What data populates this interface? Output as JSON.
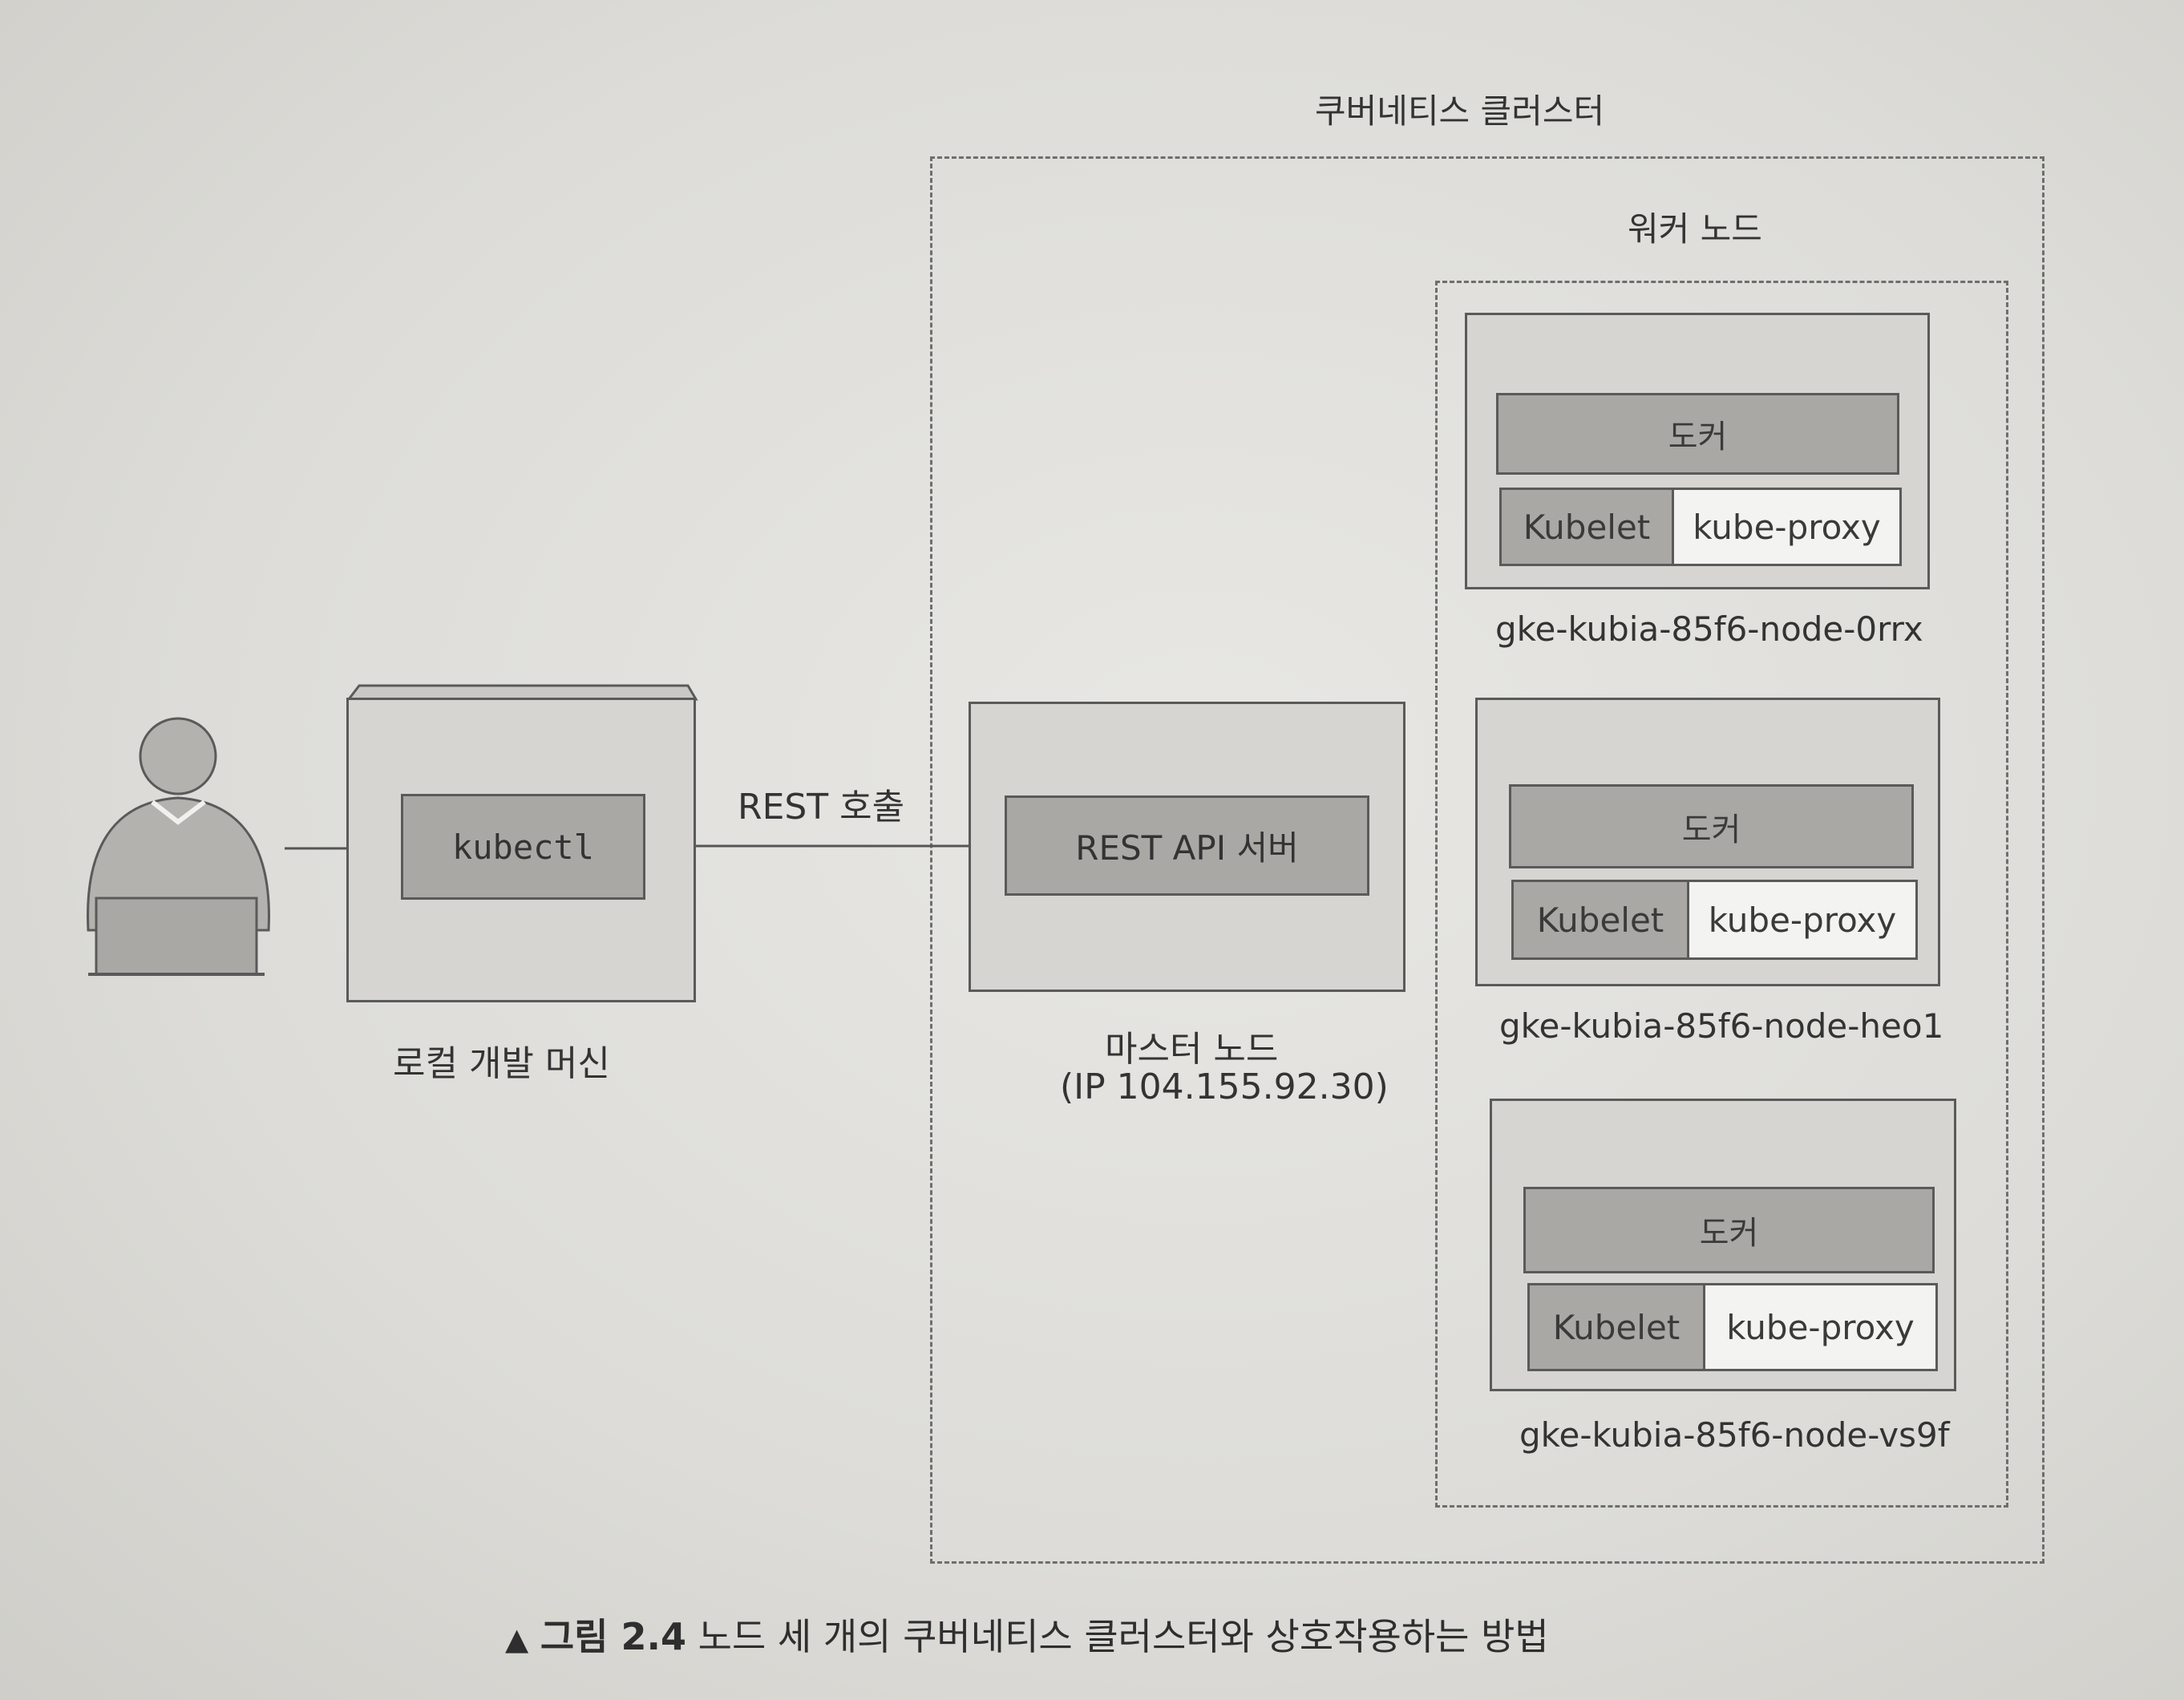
{
  "cluster": {
    "title": "쿠버네티스 클러스터"
  },
  "worker_group": {
    "title": "워커 노드"
  },
  "local_machine": {
    "label": "로컬 개발 머신",
    "kubectl": "kubectl"
  },
  "rest_call": "REST 호출",
  "master": {
    "server": "REST API 서버",
    "label": "마스터 노드",
    "ip": "(IP 104.155.92.30)"
  },
  "nodes": [
    {
      "docker": "도커",
      "kubelet": "Kubelet",
      "proxy": "kube-proxy",
      "name": "gke-kubia-85f6-node-0rrx"
    },
    {
      "docker": "도커",
      "kubelet": "Kubelet",
      "proxy": "kube-proxy",
      "name": "gke-kubia-85f6-node-heo1"
    },
    {
      "docker": "도커",
      "kubelet": "Kubelet",
      "proxy": "kube-proxy",
      "name": "gke-kubia-85f6-node-vs9f"
    }
  ],
  "caption": {
    "marker": "▲",
    "figure": "그림 2.4",
    "text": "노드 세 개의 쿠버네티스 클러스터와 상호작용하는 방법"
  }
}
